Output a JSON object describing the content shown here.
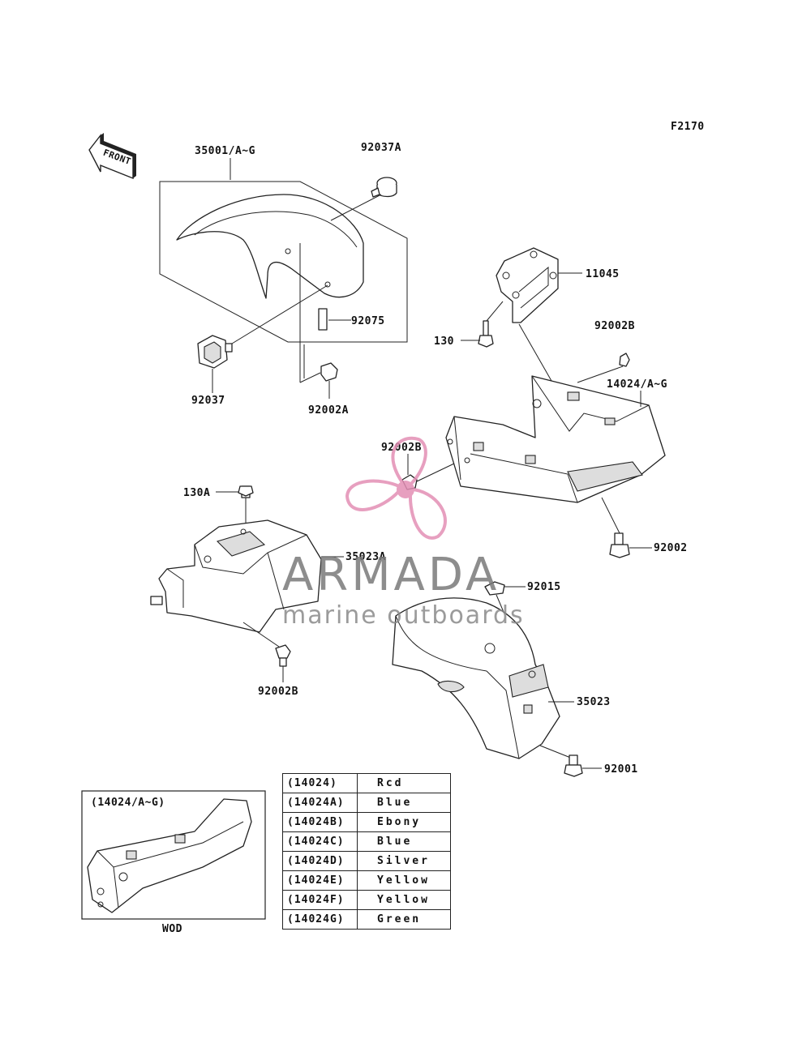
{
  "header": {
    "figure_code": "F2170",
    "front_label": "FRONT"
  },
  "callouts": {
    "p35001": "35001/A~G",
    "p92037A": "92037A",
    "p11045": "11045",
    "p92075": "92075",
    "p130": "130",
    "p92002B_top": "92002B",
    "p14024": "14024/A~G",
    "p92037": "92037",
    "p92002A": "92002A",
    "p92002B_mid": "92002B",
    "p130A": "130A",
    "p35023A": "35023A",
    "p92002": "92002",
    "p92015": "92015",
    "p92002B_bot": "92002B",
    "p35023": "35023",
    "p92001": "92001"
  },
  "inset": {
    "title": "(14024/A~G)",
    "caption": "WOD"
  },
  "color_table": [
    {
      "code": "(14024)",
      "color": "Rcd"
    },
    {
      "code": "(14024A)",
      "color": "Blue"
    },
    {
      "code": "(14024B)",
      "color": "Ebony"
    },
    {
      "code": "(14024C)",
      "color": "Blue"
    },
    {
      "code": "(14024D)",
      "color": "Silver"
    },
    {
      "code": "(14024E)",
      "color": "Yellow"
    },
    {
      "code": "(14024F)",
      "color": "Yellow"
    },
    {
      "code": "(14024G)",
      "color": "Green"
    }
  ],
  "watermark": {
    "brand": "ARMADA",
    "tagline": "marine outboards",
    "logo_color": "#e38fb5",
    "brand_color": "#7a7a7a"
  }
}
